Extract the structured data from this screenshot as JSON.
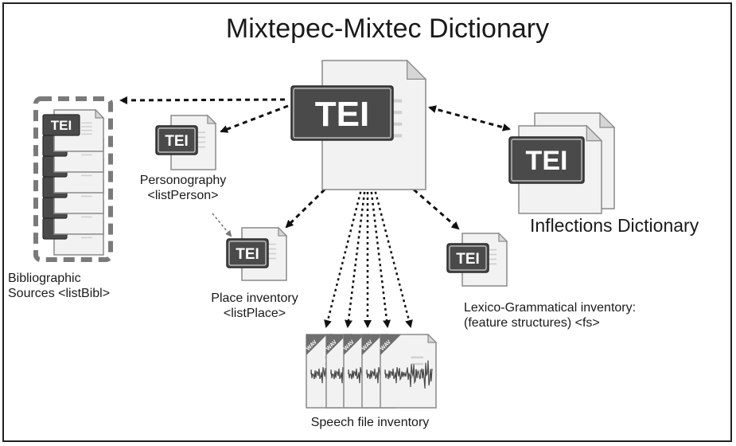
{
  "title": "Mixtepec-Mixtec Dictionary",
  "tei_label": "TEI",
  "wav_label": "WAV",
  "nodes": {
    "inflections": {
      "label": "Inflections Dictionary"
    },
    "bibliographic": {
      "line1": "Bibliographic",
      "line2": "Sources <listBibl>"
    },
    "personography": {
      "line1": "Personography",
      "line2": "<listPerson>"
    },
    "place": {
      "line1": "Place inventory",
      "line2": "<listPlace>"
    },
    "lexico": {
      "line1": "Lexico-Grammatical inventory:",
      "line2": "(feature structures) <fs>"
    },
    "speech": {
      "label": "Speech file inventory"
    }
  },
  "colors": {
    "badge": "#4a4a4a",
    "page": "#f2f2f2",
    "page_stroke": "#8a8a8a",
    "arrow": "#111111",
    "dashed_box": "#7a7a7a"
  }
}
